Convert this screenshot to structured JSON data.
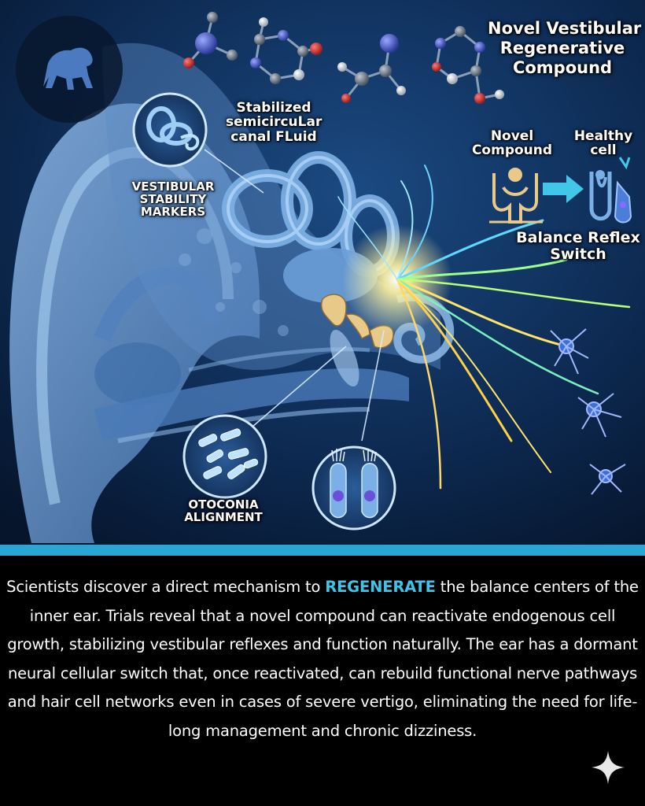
{
  "labels": {
    "title": [
      "Novel Vestibular",
      "Regenerative",
      "Compound"
    ],
    "fluid": [
      "Stabilized",
      "semicircuLar",
      "canal FLuid"
    ],
    "markers": [
      "VESTIBULAR",
      "STABILITY",
      "MARKERS"
    ],
    "novel_compound": [
      "Novel",
      "Compound"
    ],
    "healthy_cell": [
      "Healthy",
      "cell"
    ],
    "reflex_switch": [
      "Balance Reflex",
      "Switch"
    ],
    "otoconia": [
      "OTOCONIA",
      "ALIGNMENT"
    ]
  },
  "caption": {
    "before": "Scientists discover a direct mechanism to ",
    "highlight": "REGENERATE",
    "after": " the balance centers of the inner ear. Trials reveal that a novel compound can reactivate endogenous cell growth, stabilizing vestibular reflexes and function naturally. The ear has a dormant neural cellular switch that, once reactivated, can rebuild functional nerve pathways and hair cell networks even in cases of severe vertigo, eliminating the need for life-long management and chronic dizziness."
  },
  "colors": {
    "background": "#0b2447",
    "ear": "#6f9fd4",
    "highlight": "#3ec4e6",
    "divider": "#2aa6d4",
    "caption_bg": "#000000"
  },
  "icons": [
    "gorilla-logo-icon",
    "molecule-icon",
    "hair-cell-icon",
    "neuron-icon",
    "sparkle-icon"
  ]
}
